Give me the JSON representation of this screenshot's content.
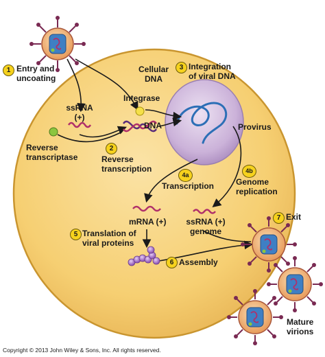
{
  "steps": {
    "s1": {
      "num": "1",
      "line1": "Entry and",
      "line2": "uncoating"
    },
    "s2": {
      "num": "2",
      "line1": "Reverse",
      "line2": "transcription"
    },
    "s3": {
      "num": "3",
      "line1": "Integration",
      "line2": "of viral DNA"
    },
    "s4a": {
      "num": "4a",
      "line1": "Transcription"
    },
    "s4b": {
      "num": "4b",
      "line1": "Genome",
      "line2": "replication"
    },
    "s5": {
      "num": "5",
      "line1": "Translation of",
      "line2": "viral proteins"
    },
    "s6": {
      "num": "6",
      "line1": "Assembly"
    },
    "s7": {
      "num": "7",
      "line1": "Exit"
    }
  },
  "labels": {
    "cellular_dna_1": "Cellular",
    "cellular_dna_2": "DNA",
    "integrase": "Integrase",
    "ssrna_1": "ssRNA",
    "ssrna_2": "(+)",
    "dna": "DNA",
    "provirus": "Provirus",
    "rt_1": "Reverse",
    "rt_2": "transcriptase",
    "mrna": "mRNA (+)",
    "ssrna_genome_1": "ssRNA (+)",
    "ssrna_genome_2": "genome",
    "mature_1": "Mature",
    "mature_2": "virions"
  },
  "copyright": "Copyright © 2013 John Wiley & Sons, Inc. All rights reserved.",
  "colors": {
    "cell_fill": "#f7d27a",
    "cell_border": "#c9952f",
    "nucleus_fill": "#cdb3da",
    "badge": "#f6d21d",
    "virion_spike": "#7a2a53",
    "virion_shell": "#f2c9a8",
    "virion_core": "#3f7fc4",
    "rna_wave": "#b0306a",
    "dna_strand": "#5a2d7a",
    "provirus": "#2c6fb6",
    "protein_chain": "#9b5fc0",
    "rt_sphere": "#8cc63f",
    "integrase_sphere": "#f5e049"
  }
}
